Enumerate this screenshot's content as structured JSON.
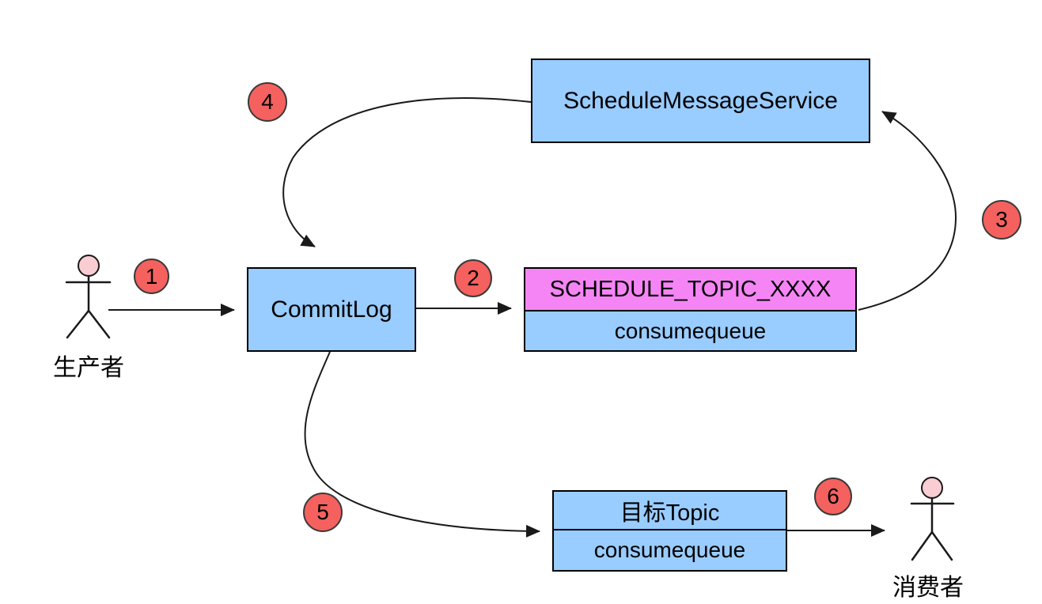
{
  "diagram": {
    "nodes": {
      "schedule_message_service": {
        "label": "ScheduleMessageService"
      },
      "commit_log": {
        "label": "CommitLog"
      },
      "schedule_topic": {
        "title": "SCHEDULE_TOPIC_XXXX",
        "subtitle": "consumequeue"
      },
      "target_topic": {
        "title": "目标Topic",
        "subtitle": "consumequeue"
      }
    },
    "actors": {
      "producer": {
        "label": "生产者"
      },
      "consumer": {
        "label": "消费者"
      }
    },
    "steps": [
      {
        "label": "1"
      },
      {
        "label": "2"
      },
      {
        "label": "3"
      },
      {
        "label": "4"
      },
      {
        "label": "5"
      },
      {
        "label": "6"
      }
    ],
    "colors": {
      "node_fill": "#99CCFF",
      "highlight_fill": "#F585F5",
      "step_fill": "#F4615E",
      "actor_head_fill": "#FACDD2",
      "stroke": "#1A1A1A"
    }
  }
}
